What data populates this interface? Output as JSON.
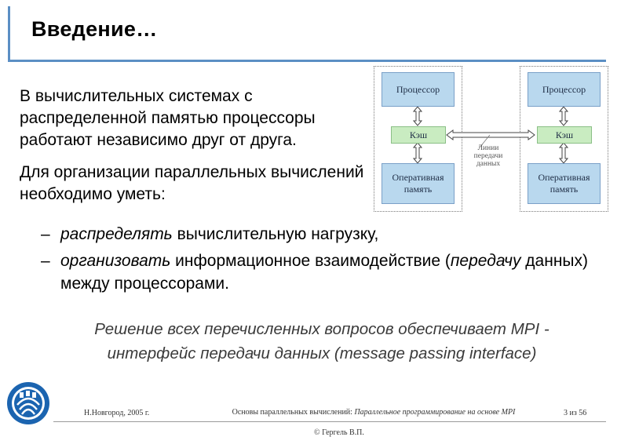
{
  "slide": {
    "title": "Введение…",
    "paragraph1": "В вычислительных системах с распределенной памятью процессоры работают независимо друг от друга.",
    "paragraph2": "Для организации параллельных вычислений необходимо уметь:",
    "bullets": [
      {
        "dash": "–",
        "em": "распределять",
        "rest": " вычислительную нагрузку,"
      },
      {
        "dash": "–",
        "em": "организовать",
        "rest": " информационное взаимодействие (",
        "em2": "передачу",
        "rest2": " данных) между процессорами."
      }
    ],
    "conclusion_line1": "Решение всех перечисленных вопросов обеспечивает MPI -",
    "conclusion_line2": "интерфейс передачи данных (message passing interface)"
  },
  "diagram": {
    "left_node": {
      "processor": "Процессор",
      "cache": "Кэш",
      "memory_line1": "Оперативная",
      "memory_line2": "память"
    },
    "right_node": {
      "processor": "Процессор",
      "cache": "Кэш",
      "memory_line1": "Оперативная",
      "memory_line2": "память"
    },
    "link_label_line1": "Линии",
    "link_label_line2": "передачи",
    "link_label_line3": "данных"
  },
  "footer": {
    "city_year": "Н.Новгород, 2005 г.",
    "course_prefix": "Основы параллельных вычислений: ",
    "course_italic": "Параллельное программирование на основе MPI",
    "page": "3 из 56",
    "copyright": "© Гергель В.П."
  },
  "colors": {
    "accent": "#5b8fc4",
    "box_blue": "#b9d8ee",
    "box_green": "#c9ecc1"
  },
  "icons": {
    "logo": "unn-logo"
  }
}
